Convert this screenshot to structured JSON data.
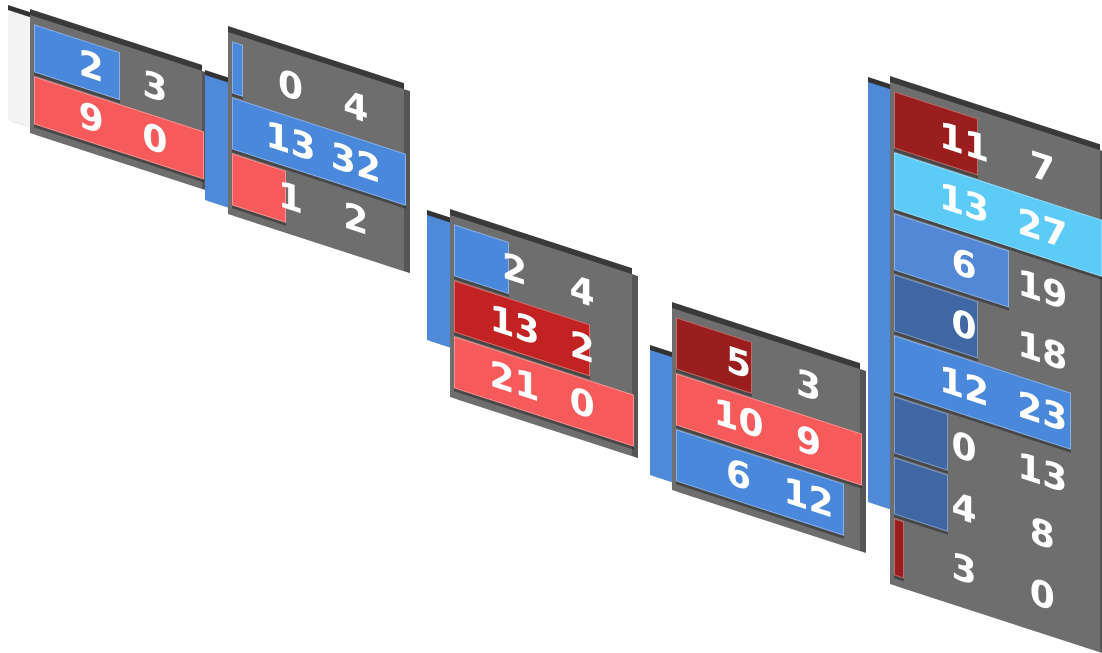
{
  "colors": {
    "blue": "#4a88dc",
    "red": "#f65a5a",
    "darkred": "#c22222",
    "maroon": "#9a1e1e",
    "cyan": "#5ccbf7",
    "medblue": "#5288d6",
    "darkblue": "#3f67a4",
    "panel": "#6e6e6e"
  },
  "panels": [
    {
      "side": "#f4f4f4",
      "rows": [
        {
          "a": "2",
          "b": "3",
          "color": "blue",
          "fill": 0.5
        },
        {
          "a": "9",
          "b": "0",
          "color": "red",
          "fill": 1
        }
      ]
    },
    {
      "side": "#4f8ad8",
      "rows": [
        {
          "a": "0",
          "b": "4",
          "color": "blue",
          "fill": 0.05
        },
        {
          "a": "13",
          "b": "32",
          "color": "blue",
          "fill": 1
        },
        {
          "a": "1",
          "b": "2",
          "color": "red",
          "fill": 0.3
        }
      ]
    },
    {
      "side": "#4f8ad8",
      "rows": [
        {
          "a": "2",
          "b": "4",
          "color": "blue",
          "fill": 0.3
        },
        {
          "a": "13",
          "b": "2",
          "color": "darkred",
          "fill": 0.75
        },
        {
          "a": "21",
          "b": "0",
          "color": "red",
          "fill": 1
        }
      ]
    },
    {
      "side": "#4f8ad8",
      "rows": [
        {
          "a": "5",
          "b": "3",
          "color": "maroon",
          "fill": 0.4
        },
        {
          "a": "10",
          "b": "9",
          "color": "red",
          "fill": 1
        },
        {
          "a": "6",
          "b": "12",
          "color": "blue",
          "fill": 0.9
        }
      ]
    },
    {
      "side": "#4f8ad8",
      "rows": [
        {
          "a": "11",
          "b": "7",
          "color": "maroon",
          "fill": 0.4
        },
        {
          "a": "13",
          "b": "27",
          "color": "cyan",
          "fill": 1
        },
        {
          "a": "6",
          "b": "19",
          "color": "medblue",
          "fill": 0.55
        },
        {
          "a": "0",
          "b": "18",
          "color": "darkblue",
          "fill": 0.4
        },
        {
          "a": "12",
          "b": "23",
          "color": "blue",
          "fill": 0.85
        },
        {
          "a": "0",
          "b": "13",
          "color": "darkblue",
          "fill": 0.25
        },
        {
          "a": "4",
          "b": "8",
          "color": "darkblue",
          "fill": 0.25
        },
        {
          "a": "3",
          "b": "0",
          "color": "maroon",
          "fill": 0.04
        }
      ]
    }
  ]
}
